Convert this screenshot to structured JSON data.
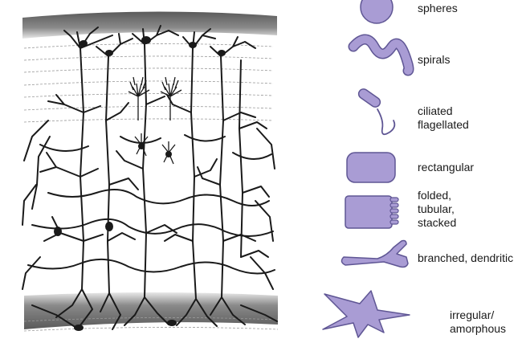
{
  "figure": {
    "left_panel": "neural tissue drawing",
    "shape_color": "#a99cd4",
    "shape_outline": "#5f5694",
    "tissue_band_color": "#6b6b6b",
    "line_color": "#1a1a1a"
  },
  "shapes": [
    {
      "id": "spheres",
      "icon": "sphere-icon",
      "label_lines": [
        "spheres"
      ]
    },
    {
      "id": "spirals",
      "icon": "spiral-icon",
      "label_lines": [
        "spirals"
      ]
    },
    {
      "id": "ciliated",
      "icon": "flagellum-icon",
      "label_lines": [
        "ciliated",
        "flagellated"
      ]
    },
    {
      "id": "rectangular",
      "icon": "rectangle-icon",
      "label_lines": [
        "rectangular"
      ]
    },
    {
      "id": "folded",
      "icon": "folded-block-icon",
      "label_lines": [
        "folded,",
        "tubular,",
        "stacked"
      ]
    },
    {
      "id": "branched",
      "icon": "branch-icon",
      "label_lines": [
        "branched, dendritic"
      ]
    },
    {
      "id": "irregular",
      "icon": "amorphous-star-icon",
      "label_lines": [
        "irregular/",
        "amorphous"
      ]
    }
  ]
}
